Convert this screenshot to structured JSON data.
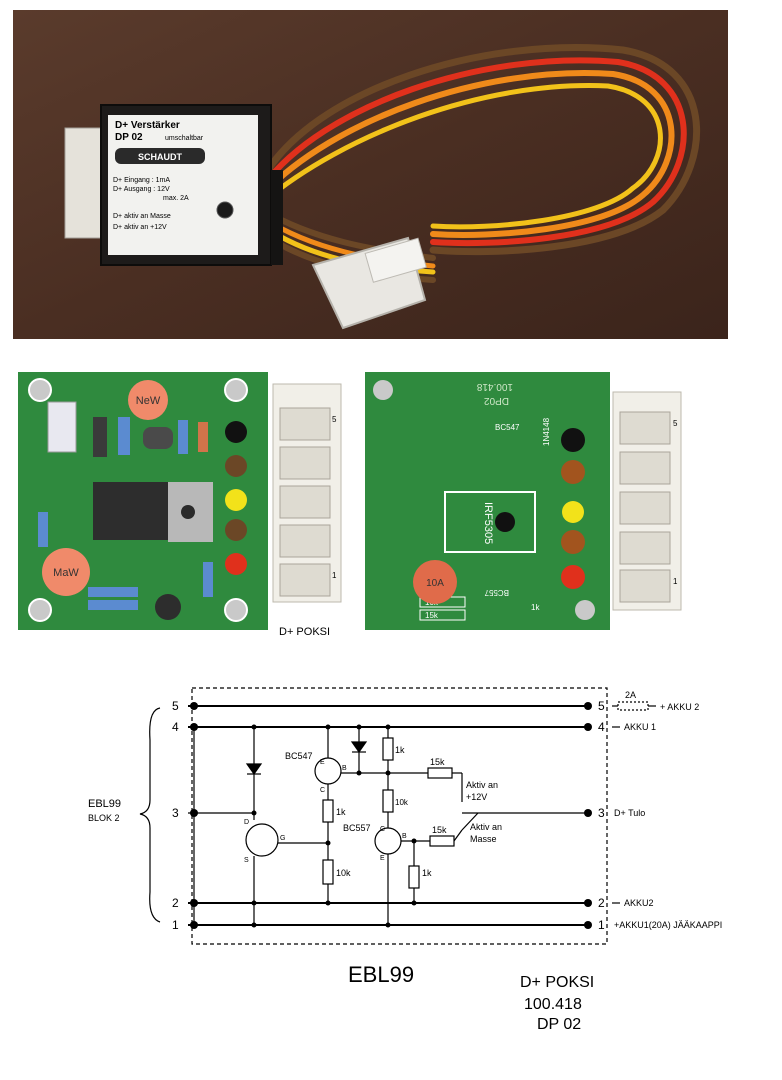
{
  "photo_top": {
    "module_title": "D+ Verstärker",
    "module_model": "DP 02",
    "module_mode": "umschaltbar",
    "brand": "SCHAUDT",
    "spec_input": "D+ Eingang  : 1mA",
    "spec_output": "D+ Ausgang : 12V",
    "spec_max": "max. 2A",
    "mode_masse": "D+ aktiv an Masse",
    "mode_12v": "D+ aktiv an +12V"
  },
  "pcb_left": {
    "sticker_new": "NeW",
    "sticker_maw": "MaW",
    "pin_5": "5",
    "pin_1": "1"
  },
  "pcb_right": {
    "silk_id": "100.418",
    "silk_dp": "DP02",
    "bc547": "BC547",
    "d1n4148": "1N4148",
    "irf": "IRF5305",
    "bc557": "BC557",
    "r10k": "10k",
    "r15k": "15k",
    "r1k": "1k",
    "fuse": "10A",
    "pin_5": "5",
    "pin_1": "1"
  },
  "poksi_label": "D+ POKSI",
  "schematic": {
    "left_pins": [
      "5",
      "4",
      "3",
      "2",
      "1"
    ],
    "right_pins": [
      "5",
      "4",
      "3",
      "2",
      "1"
    ],
    "ebl_label": "EBL99",
    "blok_label": "BLOK 2",
    "fuse_label": "2A",
    "akku2_top": "+ AKKU 2",
    "akku1": "AKKU 1",
    "d_tulo": "D+ Tulo",
    "akku2": "AKKU2",
    "akku1_fridge": "+AKKU1(20A) JÄÄKAAPPI",
    "bc547": "BC547",
    "bc557": "BC557",
    "r1k_a": "1k",
    "r1k_b": "1k",
    "r1k_c": "1k",
    "r10k_a": "10k",
    "r10k_b": "10k",
    "r15k_a": "15k",
    "r15k_b": "15k",
    "aktiv_12v_1": "Aktiv an",
    "aktiv_12v_2": "+12V",
    "aktiv_masse_1": "Aktiv an",
    "aktiv_masse_2": "Masse",
    "pin_e1": "E",
    "pin_b1": "B",
    "pin_c1": "C",
    "pin_c2": "C",
    "pin_b2": "B",
    "pin_e2": "E",
    "pin_d": "D",
    "pin_g": "G",
    "pin_s": "S"
  },
  "footer": {
    "ebl_title": "EBL99",
    "line1": "D+ POKSI",
    "line2": "100.418",
    "line3": "DP 02"
  },
  "colors": {
    "wire_red": "#e0301c",
    "wire_orange": "#f08a1a",
    "wire_yellow": "#f2c21a",
    "wire_brown": "#6b4726",
    "pcb_green": "#2f8a3e"
  }
}
